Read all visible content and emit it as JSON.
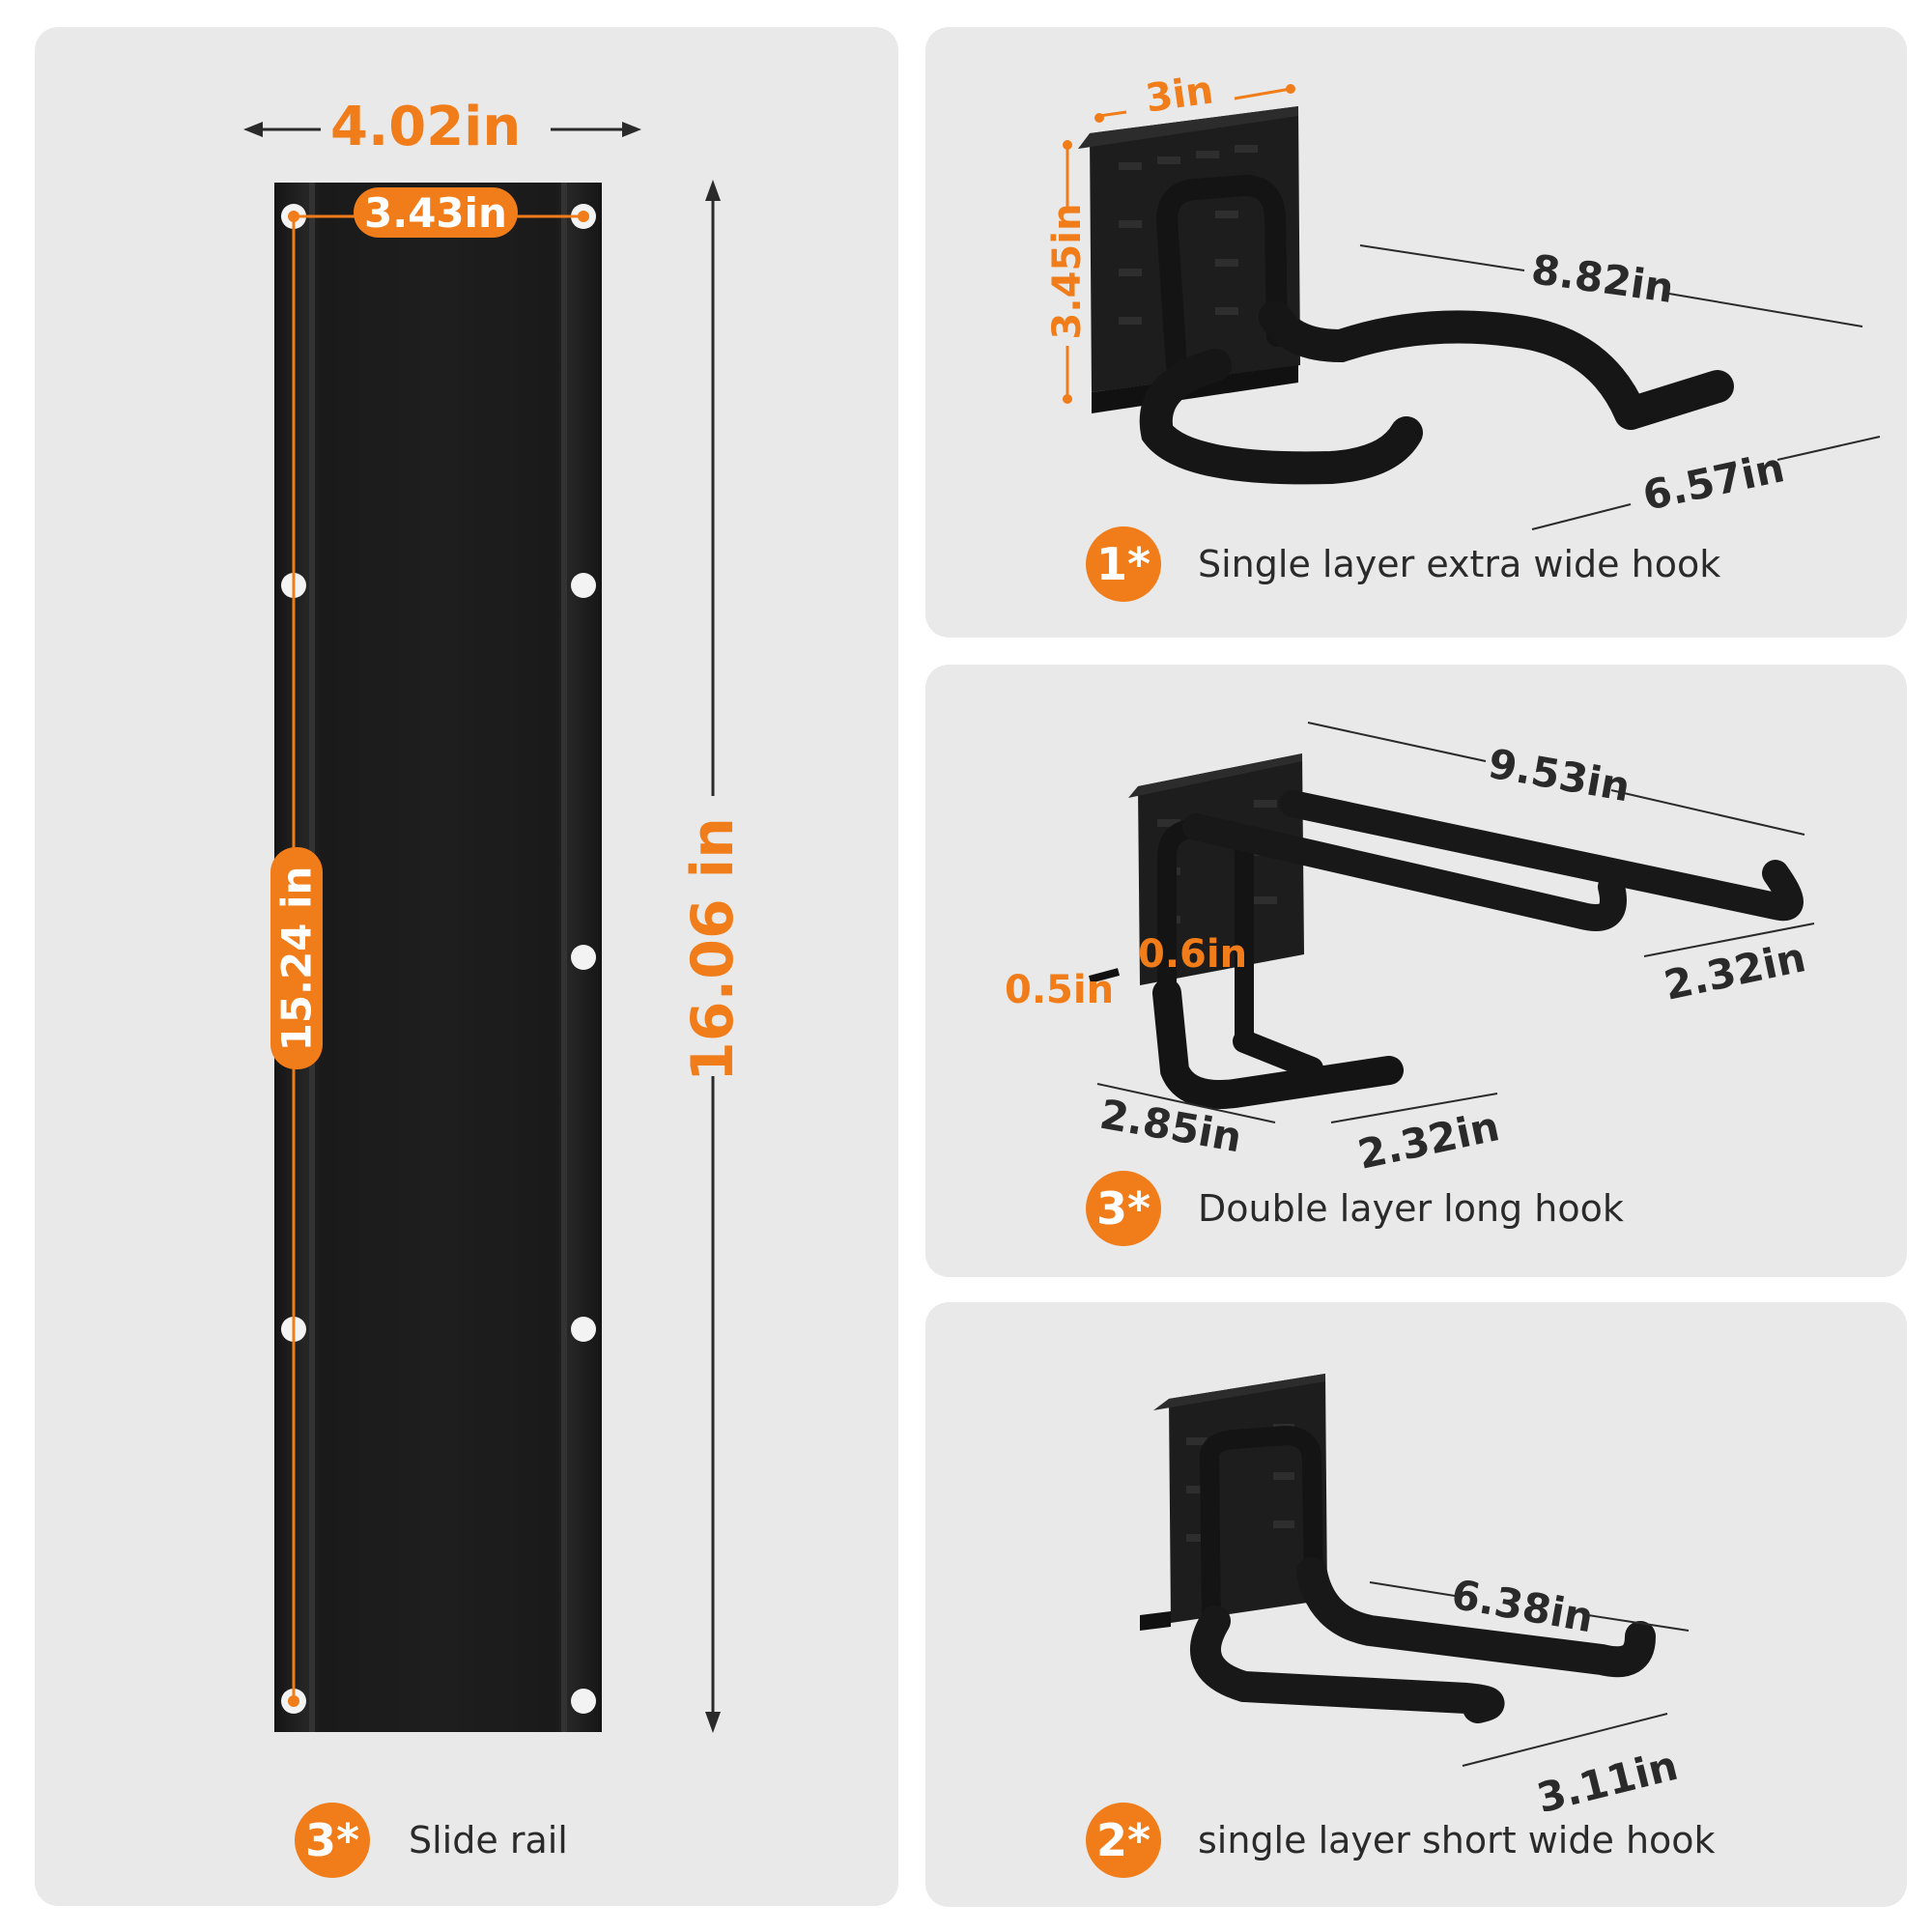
{
  "colors": {
    "accent": "#f07d19",
    "panel": "#e9e9e9",
    "metal": "#1b1b1b",
    "text": "#2a2a2a"
  },
  "rail": {
    "width_label": "4.02in",
    "hole_span_label": "3.43in",
    "hole_height_label": "15.24 in",
    "height_label": "16.06 in",
    "badge": "3*",
    "caption": "Slide rail"
  },
  "hook1": {
    "plate_width_label": "3in",
    "plate_height_label": "3.45in",
    "length_label": "8.82in",
    "width_label": "6.57in",
    "badge": "1*",
    "caption": "Single layer extra wide hook"
  },
  "hook3": {
    "length_label": "9.53in",
    "width_label": "2.32in",
    "gap_label": "0.6in",
    "thickness_label": "0.5in",
    "lower_length_label": "2.85in",
    "lower_width_label": "2.32in",
    "badge": "3*",
    "caption": "Double layer long hook"
  },
  "hook2": {
    "length_label": "6.38in",
    "width_label": "3.11in",
    "badge": "2*",
    "caption": "single layer short wide hook"
  }
}
